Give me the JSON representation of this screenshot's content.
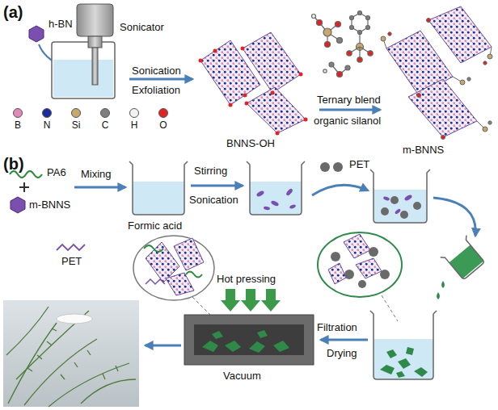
{
  "diagram": {
    "labels": [
      "(a)",
      "h-BN",
      "Sonicator",
      "Sonication",
      "Exfoliation",
      "BNNS-OH",
      "Ternary blend",
      "organic silanol",
      "m-BNNS",
      "(b)",
      "PA6",
      "m-BNNS",
      "Mixing",
      "Formic acid",
      "Stirring",
      "Sonication",
      "PET",
      "PET",
      "Hot pressing",
      "Filtration",
      "Drying",
      "Vacuum"
    ],
    "legend": [
      {
        "text": "B",
        "color": "#e08ab8"
      },
      {
        "text": "N",
        "color": "#1c2c9c"
      },
      {
        "text": "Si",
        "color": "#c9a66b"
      },
      {
        "text": "C",
        "color": "#7f7f7f"
      },
      {
        "text": "H",
        "color": "#f2f2f2"
      },
      {
        "text": "O",
        "color": "#e02424"
      }
    ]
  }
}
